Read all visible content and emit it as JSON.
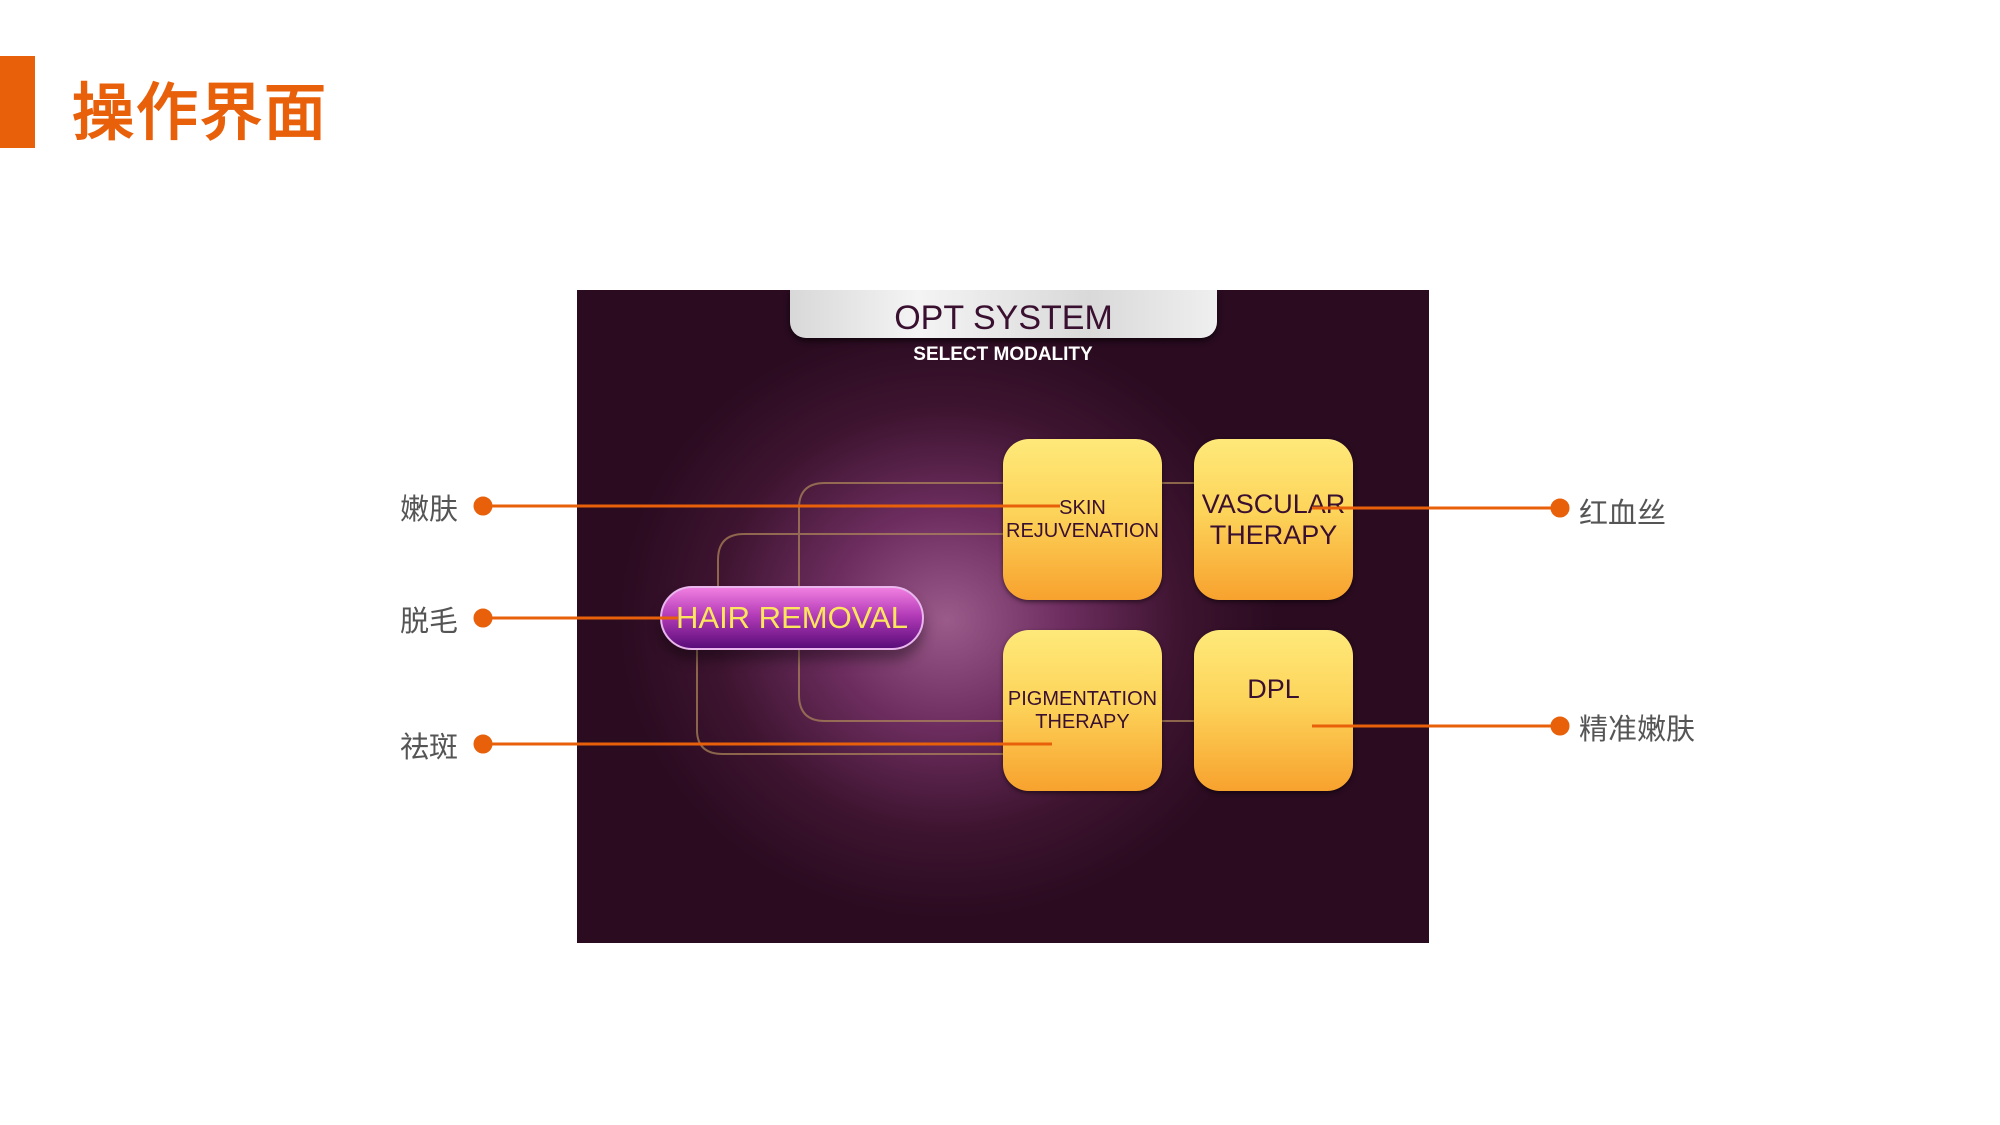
{
  "page": {
    "title": "操作界面",
    "accent_color": "#e8600a"
  },
  "screen": {
    "title": "OPT SYSTEM",
    "subtitle": "SELECT MODALITY",
    "main_button": "HAIR REMOVAL",
    "tiles": [
      {
        "label": "SKIN\nREJUVENATION"
      },
      {
        "label": "VASCULAR\nTHERAPY"
      },
      {
        "label": "PIGMENTATION\nTHERAPY"
      },
      {
        "label": "DPL"
      }
    ]
  },
  "callouts": {
    "left": [
      "嫩肤",
      "脱毛",
      "祛斑"
    ],
    "right": [
      "红血丝",
      "精准嫩肤"
    ]
  }
}
